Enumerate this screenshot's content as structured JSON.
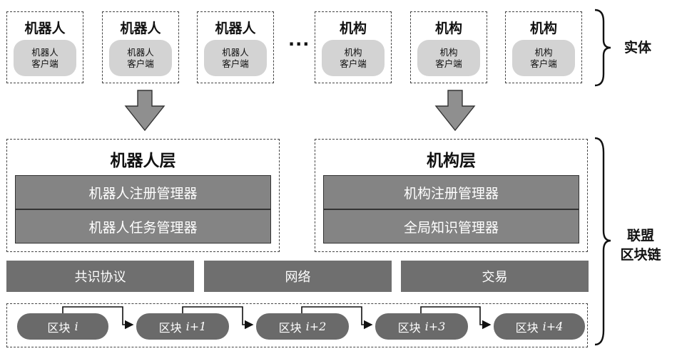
{
  "entities": [
    {
      "title": "机器人",
      "client_line1": "机器人",
      "client_line2": "客户端"
    },
    {
      "title": "机器人",
      "client_line1": "机器人",
      "client_line2": "客户端"
    },
    {
      "title": "机器人",
      "client_line1": "机器人",
      "client_line2": "客户端"
    },
    {
      "title": "机构",
      "client_line1": "机构",
      "client_line2": "客户端"
    },
    {
      "title": "机构",
      "client_line1": "机构",
      "client_line2": "客户端"
    },
    {
      "title": "机构",
      "client_line1": "机构",
      "client_line2": "客户端"
    }
  ],
  "ellipsis": "···",
  "robot_layer": {
    "title": "机器人层",
    "managers": [
      "机器人注册管理器",
      "机器人任务管理器"
    ]
  },
  "org_layer": {
    "title": "机构层",
    "managers": [
      "机构注册管理器",
      "全局知识管理器"
    ]
  },
  "protocols": [
    "共识协议",
    "网络",
    "交易"
  ],
  "blocks": [
    {
      "prefix": "区块",
      "index": "i"
    },
    {
      "prefix": "区块",
      "index": "i+1"
    },
    {
      "prefix": "区块",
      "index": "i+2"
    },
    {
      "prefix": "区块",
      "index": "i+3"
    },
    {
      "prefix": "区块",
      "index": "i+4"
    }
  ],
  "labels": {
    "entity": "实体",
    "consortium_line1": "联盟",
    "consortium_line2": "区块链"
  },
  "colors": {
    "arrow": "#8f8f8f",
    "manager": "#848484",
    "protocol": "#6f6f6f",
    "block": "#6a6a6a",
    "client": "#d3d3d3"
  }
}
